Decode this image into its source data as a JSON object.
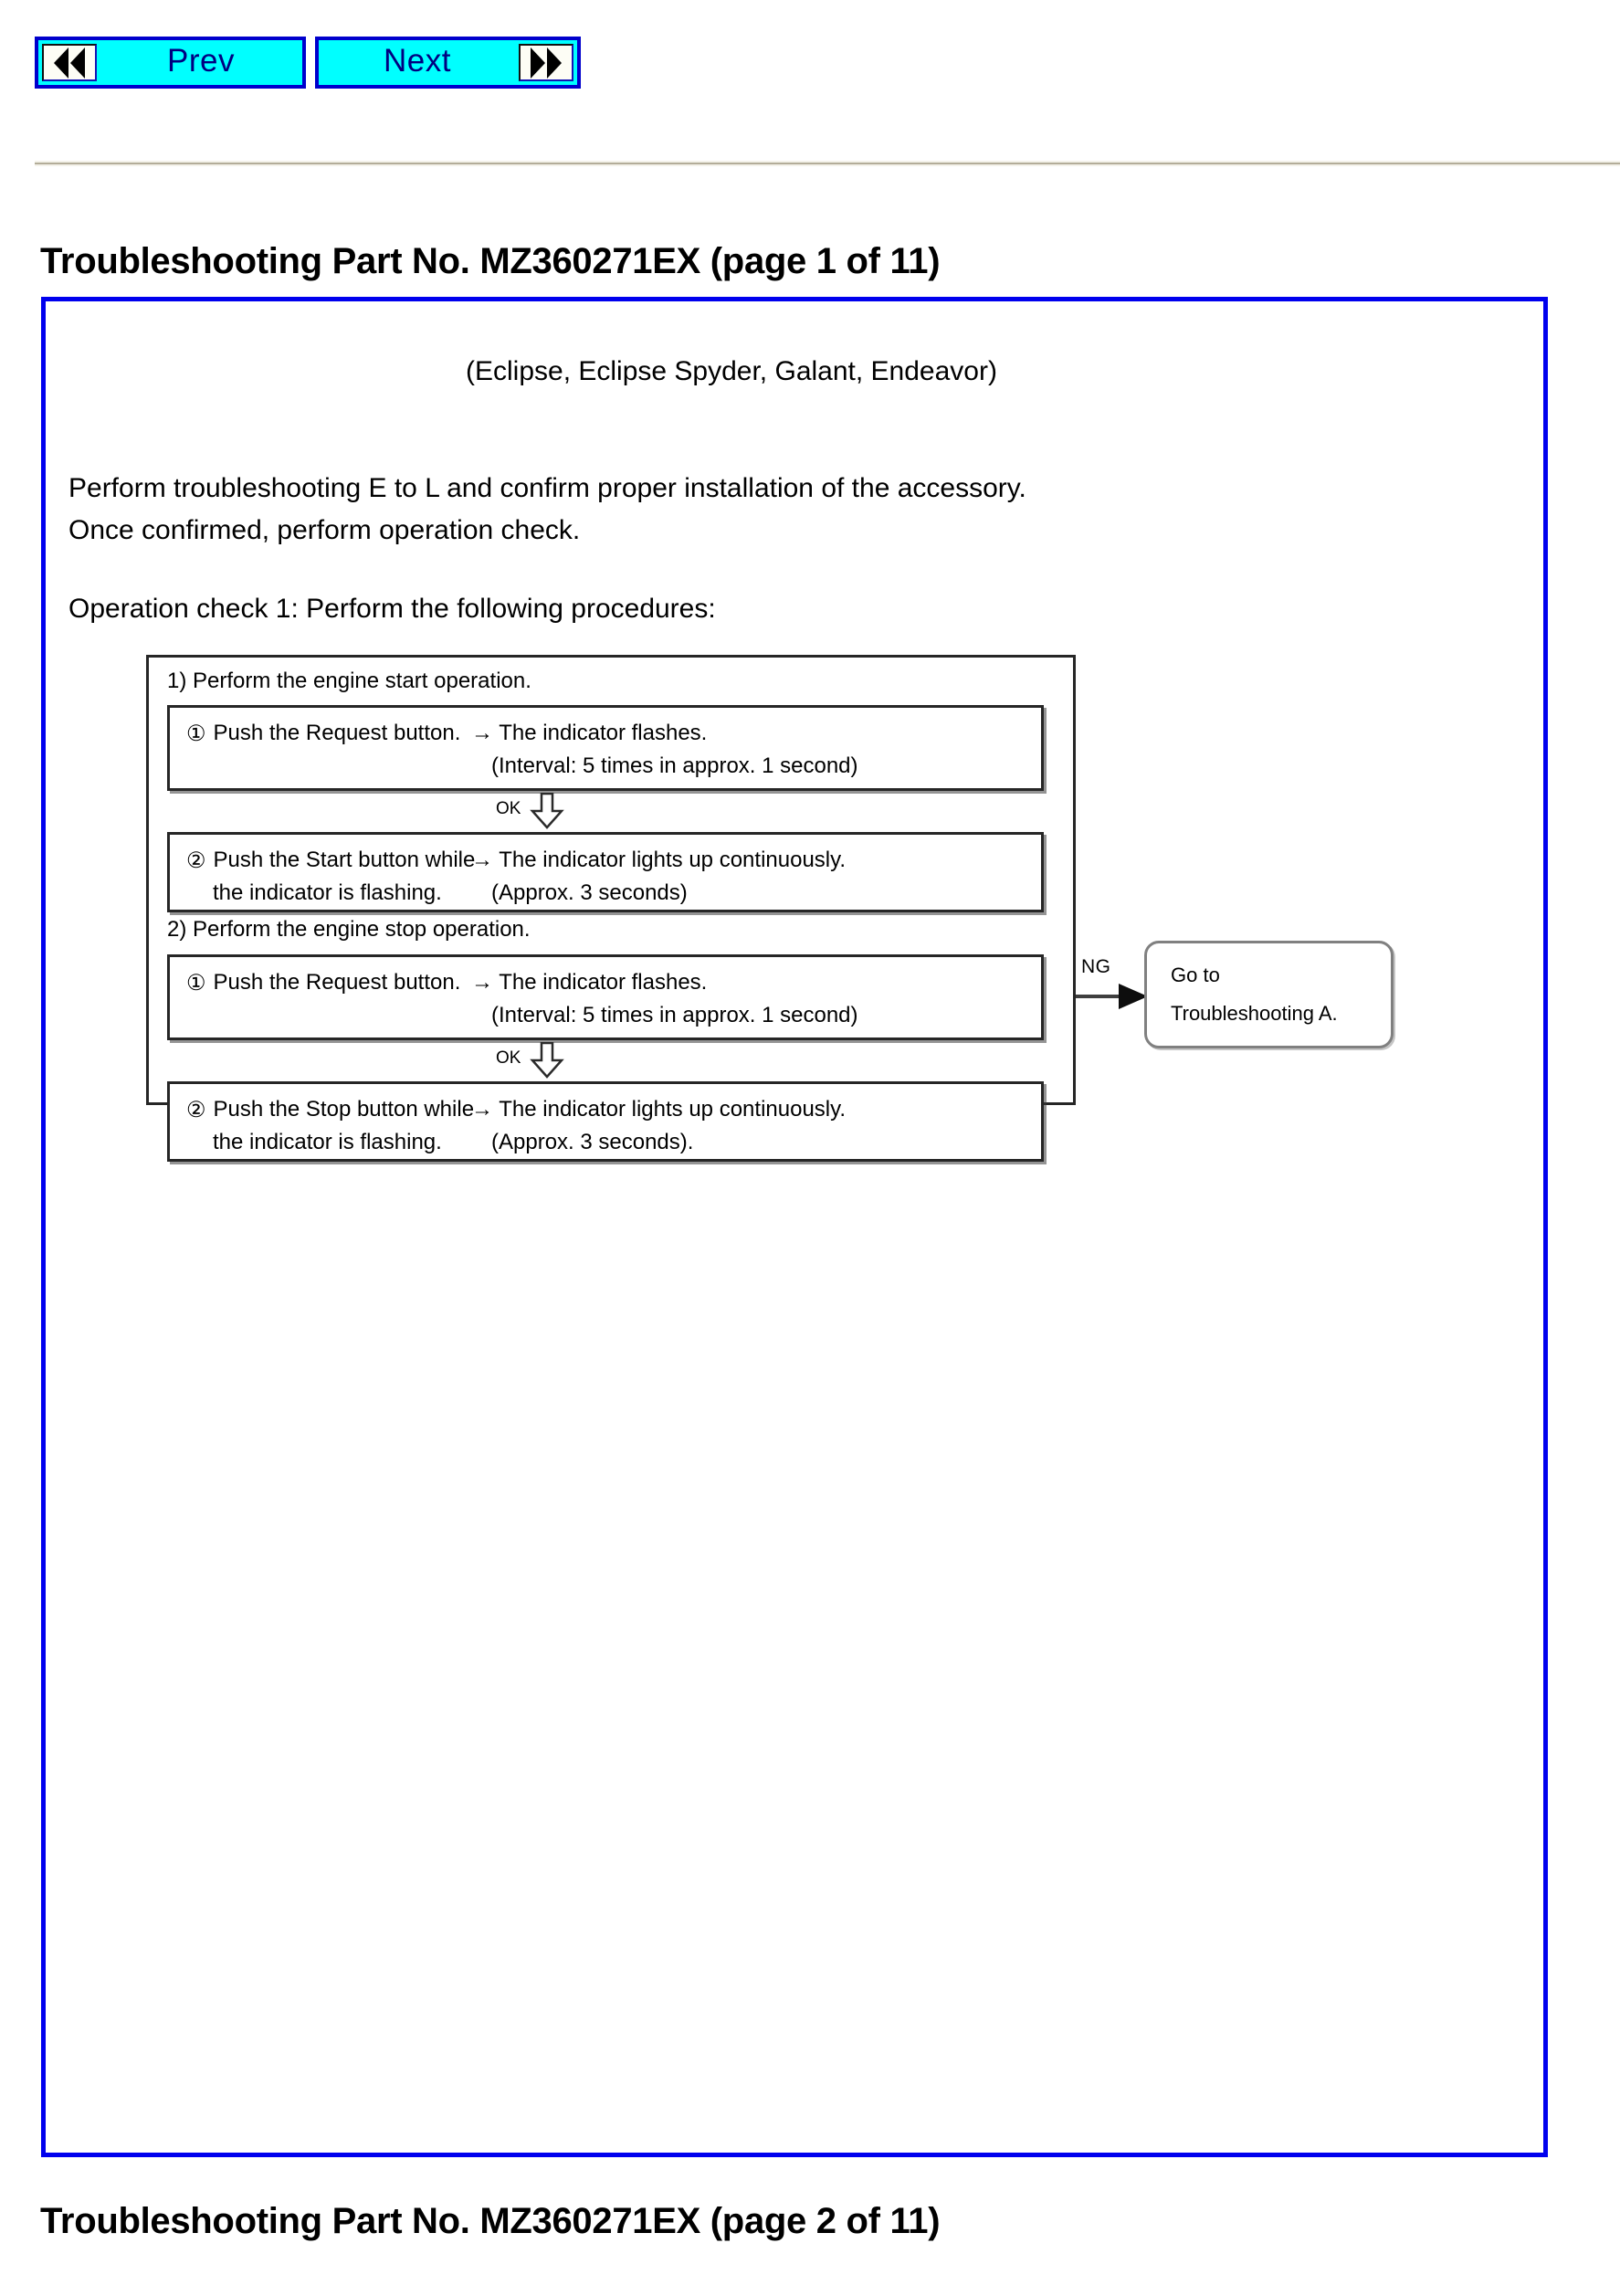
{
  "nav": {
    "prev_label": "Prev",
    "next_label": "Next",
    "first_icon": "rewind-double-left-icon",
    "last_icon": "fastforward-double-right-icon"
  },
  "page_title_1": "Troubleshooting Part No. MZ360271EX (page 1 of 11)",
  "page_title_2": "Troubleshooting Part No. MZ360271EX (page 2 of 11)",
  "content": {
    "vehicle_models": "(Eclipse, Eclipse Spyder, Galant, Endeavor)",
    "intro_line_1": "Perform troubleshooting E to L and confirm proper installation of the accessory.",
    "intro_line_2": "Once confirmed, perform operation check.",
    "operation_check": "Operation check 1: Perform the following procedures:"
  },
  "flowchart": {
    "section_1_heading": "1) Perform the engine start operation.",
    "section_2_heading": "2) Perform the engine stop operation.",
    "ok_label_1": "OK",
    "ok_label_2": "OK",
    "steps": [
      {
        "marker": "①",
        "action": "Push the Request button.",
        "result": "→ The indicator flashes.",
        "detail": "(Interval: 5 times in approx. 1 second)"
      },
      {
        "marker": "②",
        "action": "Push the Start button while",
        "action_2": "the indicator is flashing.",
        "result": "→ The indicator lights up continuously.",
        "detail": "(Approx. 3 seconds)"
      },
      {
        "marker": "①",
        "action": "Push the Request button.",
        "result": "→ The indicator flashes.",
        "detail": "(Interval: 5 times in approx. 1 second)"
      },
      {
        "marker": "②",
        "action": "Push the Stop button while",
        "action_2": "the indicator is flashing.",
        "result": "→ The indicator lights up continuously.",
        "detail": "(Approx. 3 seconds)."
      }
    ],
    "ng_label": "NG",
    "goto_line_1": "Go to",
    "goto_line_2": "Troubleshooting A."
  },
  "colors": {
    "button_fill": "#00ffff",
    "button_border": "#0000cc",
    "button_text": "#000080",
    "frame_border": "#0000ee",
    "divider": "#b3ad99"
  }
}
